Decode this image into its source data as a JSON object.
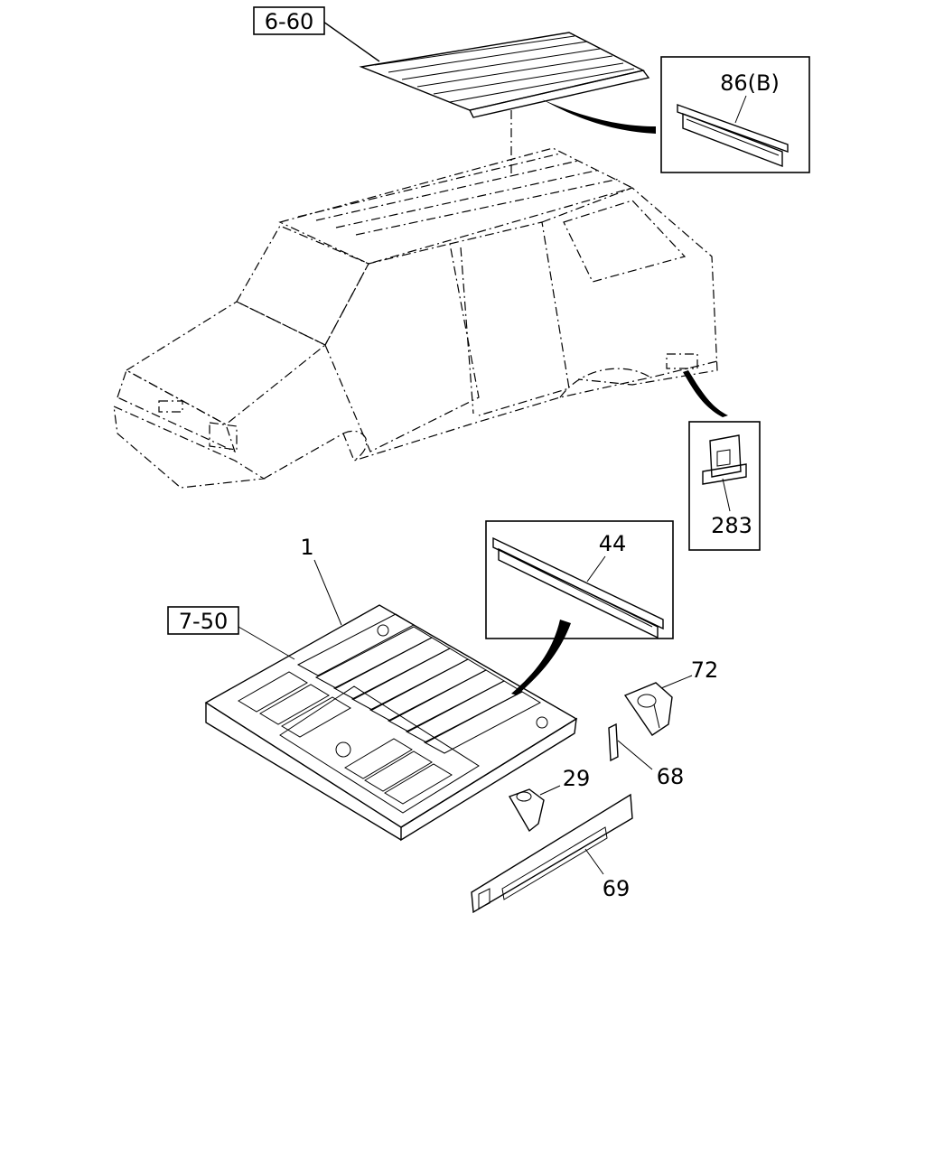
{
  "references": [
    {
      "text": "6-60"
    },
    {
      "text": "7-50"
    }
  ],
  "callouts": [
    {
      "text": "86(B)"
    },
    {
      "text": "283"
    },
    {
      "text": "1"
    },
    {
      "text": "44"
    },
    {
      "text": "72"
    },
    {
      "text": "68"
    },
    {
      "text": "29"
    },
    {
      "text": "69"
    }
  ]
}
